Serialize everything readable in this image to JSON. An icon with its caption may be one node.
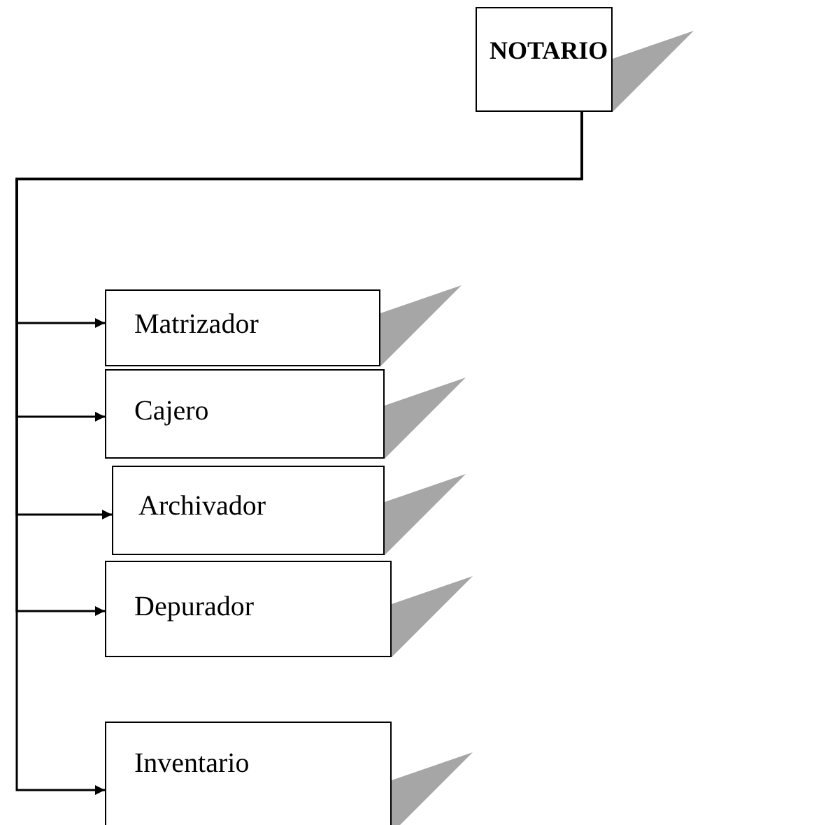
{
  "diagram": {
    "nodes": [
      {
        "text": [
          "NOTARIO"
        ]
      },
      {
        "text": [
          "Matrizador"
        ]
      },
      {
        "text": [
          "Cajero"
        ]
      },
      {
        "text": [
          "Archivador"
        ]
      },
      {
        "text": [
          "Depurador"
        ]
      },
      {
        "text": [
          "Inventario"
        ]
      }
    ],
    "edges": [
      {
        "from": 0,
        "to": 1,
        "arrow": "to"
      },
      {
        "from": 0,
        "to": 2,
        "arrow": "to"
      },
      {
        "from": 0,
        "to": 3,
        "arrow": "to"
      },
      {
        "from": 0,
        "to": 4,
        "arrow": "to"
      },
      {
        "from": 0,
        "to": 5,
        "arrow": "to"
      }
    ]
  }
}
